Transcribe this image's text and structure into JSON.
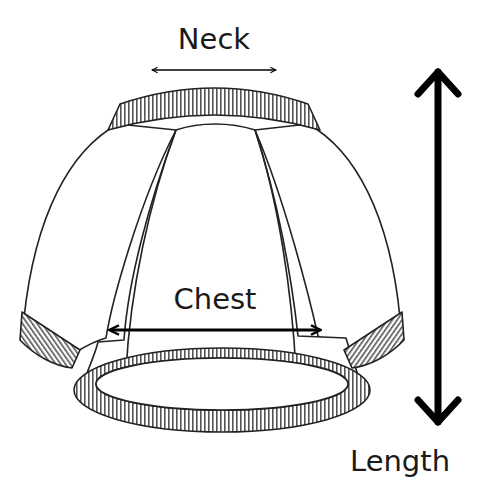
{
  "diagram": {
    "labels": [
      "Neck",
      "Chest",
      "Length"
    ]
  }
}
